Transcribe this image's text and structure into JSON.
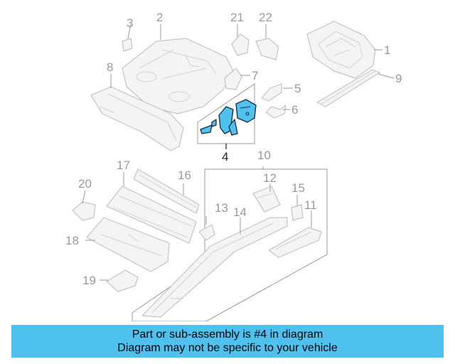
{
  "diagram": {
    "highlight_color": "#4fc1ee",
    "callouts": [
      {
        "key": "c1",
        "text": "1"
      },
      {
        "key": "c2",
        "text": "2"
      },
      {
        "key": "c3",
        "text": "3"
      },
      {
        "key": "c4",
        "text": "4"
      },
      {
        "key": "c5",
        "text": "5"
      },
      {
        "key": "c6",
        "text": "6"
      },
      {
        "key": "c7",
        "text": "7"
      },
      {
        "key": "c8",
        "text": "8"
      },
      {
        "key": "c9",
        "text": "9"
      },
      {
        "key": "c10",
        "text": "10"
      },
      {
        "key": "c11",
        "text": "11"
      },
      {
        "key": "c12",
        "text": "12"
      },
      {
        "key": "c13",
        "text": "13"
      },
      {
        "key": "c14",
        "text": "14"
      },
      {
        "key": "c15",
        "text": "15"
      },
      {
        "key": "c16",
        "text": "16"
      },
      {
        "key": "c17",
        "text": "17"
      },
      {
        "key": "c18",
        "text": "18"
      },
      {
        "key": "c19",
        "text": "19"
      },
      {
        "key": "c20",
        "text": "20"
      },
      {
        "key": "c21",
        "text": "21"
      },
      {
        "key": "c22",
        "text": "22"
      }
    ]
  },
  "banner": {
    "line1": "Part or sub-assembly is #4 in diagram",
    "line2": "Diagram may not be specific to your vehicle",
    "background": "#4fc1ee"
  }
}
